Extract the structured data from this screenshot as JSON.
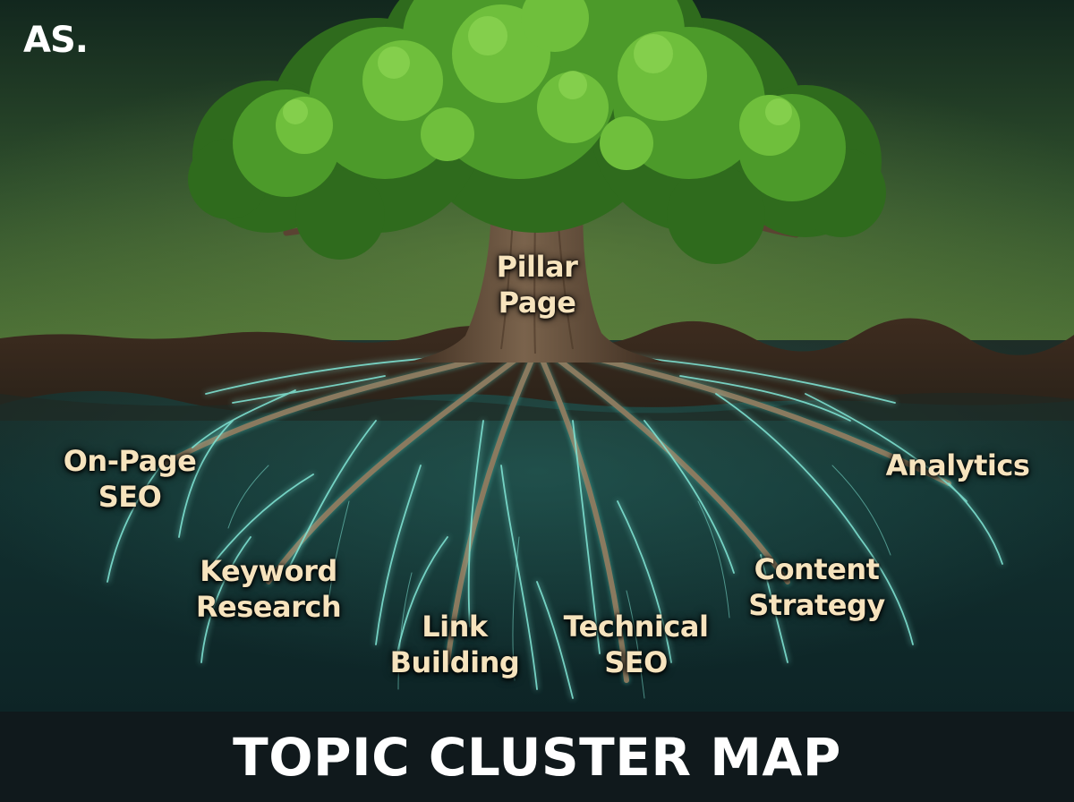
{
  "brand": {
    "text": "AS."
  },
  "pillar": {
    "line1": "Pillar",
    "line2": "Page"
  },
  "clusters": {
    "on_page_seo": {
      "line1": "On-Page",
      "line2": "SEO"
    },
    "keyword_research": {
      "line1": "Keyword",
      "line2": "Research"
    },
    "link_building": {
      "line1": "Link",
      "line2": "Building"
    },
    "technical_seo": {
      "line1": "Technical",
      "line2": "SEO"
    },
    "content_strategy": {
      "line1": "Content",
      "line2": "Strategy"
    },
    "analytics": {
      "line1": "Analytics"
    }
  },
  "footer": {
    "title": "TOPIC CLUSTER MAP"
  },
  "colors": {
    "sky_top": "#12271e",
    "sky_bottom": "#4e7236",
    "soil": "#3b2a1d",
    "underground": "#0f2a2c",
    "root_glow": "#6fe0cf",
    "foliage": "#4f9a2c",
    "trunk": "#5b4431",
    "label_text": "#f6e3bd",
    "footer_bg": "#10191c"
  },
  "icons": [
    "tree-illustration",
    "roots-illustration"
  ]
}
